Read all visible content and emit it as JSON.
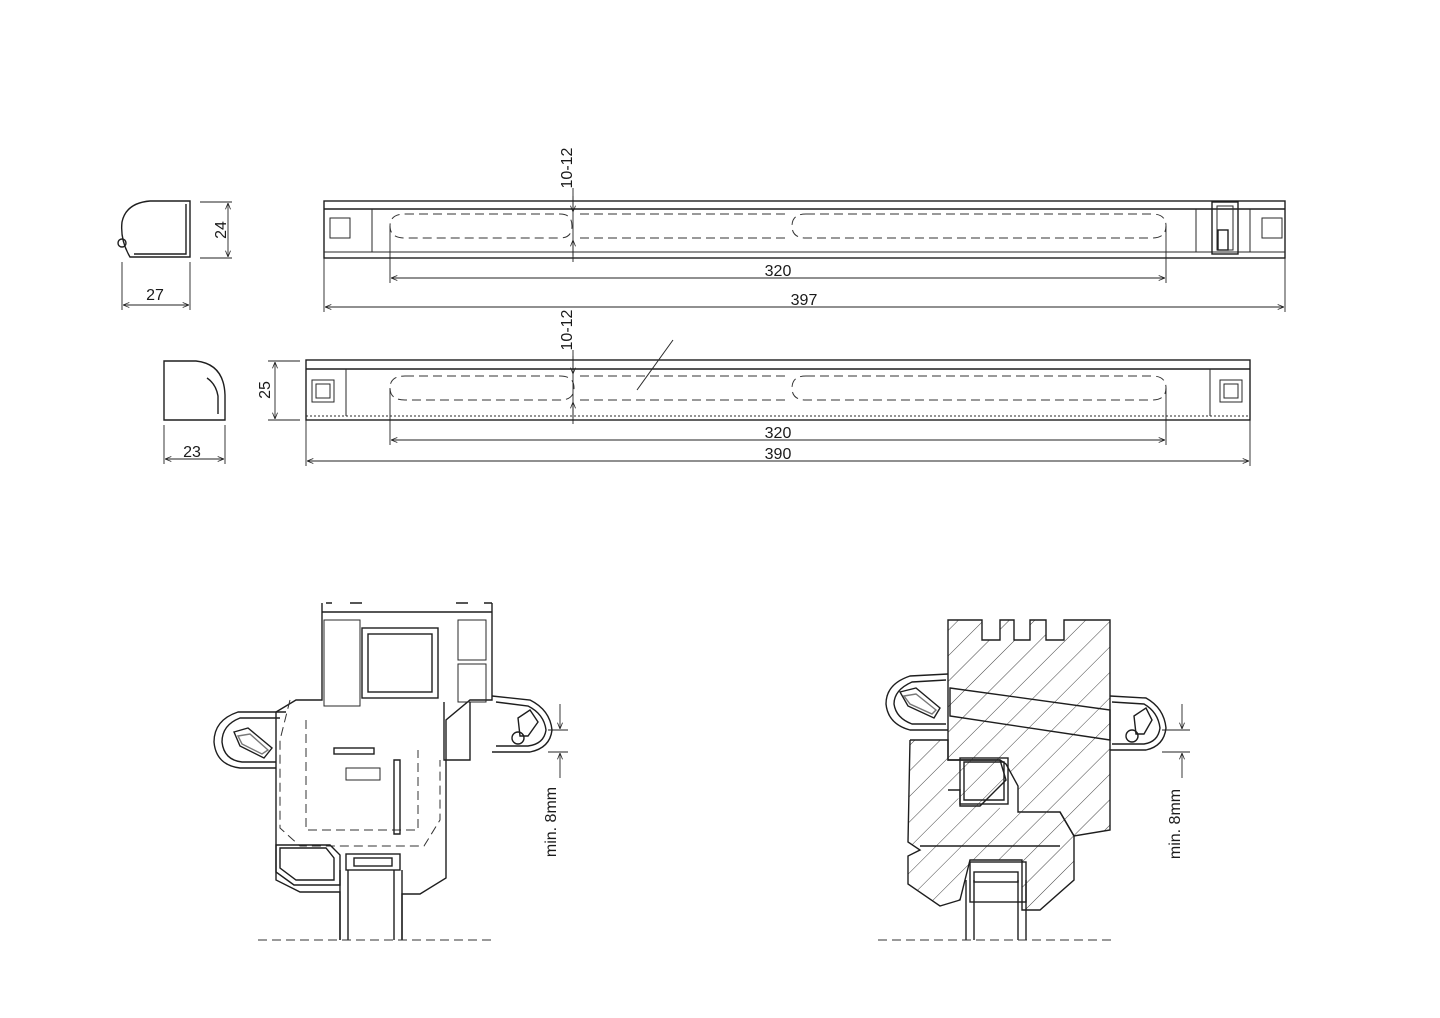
{
  "colors": {
    "line": "#1e1e1e",
    "background": "#ffffff",
    "fill_dark": "#2b2b2b"
  },
  "top_view": {
    "cap_width": "27",
    "cap_height": "24",
    "slot_gap": "10-12",
    "slot_length": "320",
    "overall_length": "397"
  },
  "bottom_view": {
    "cap_width": "23",
    "cap_height": "25",
    "slot_gap": "10-12",
    "slot_length": "320",
    "overall_length": "390"
  },
  "section_left": {
    "min_gap_label": "min. 8mm"
  },
  "section_right": {
    "min_gap_label": "min. 8mm"
  }
}
